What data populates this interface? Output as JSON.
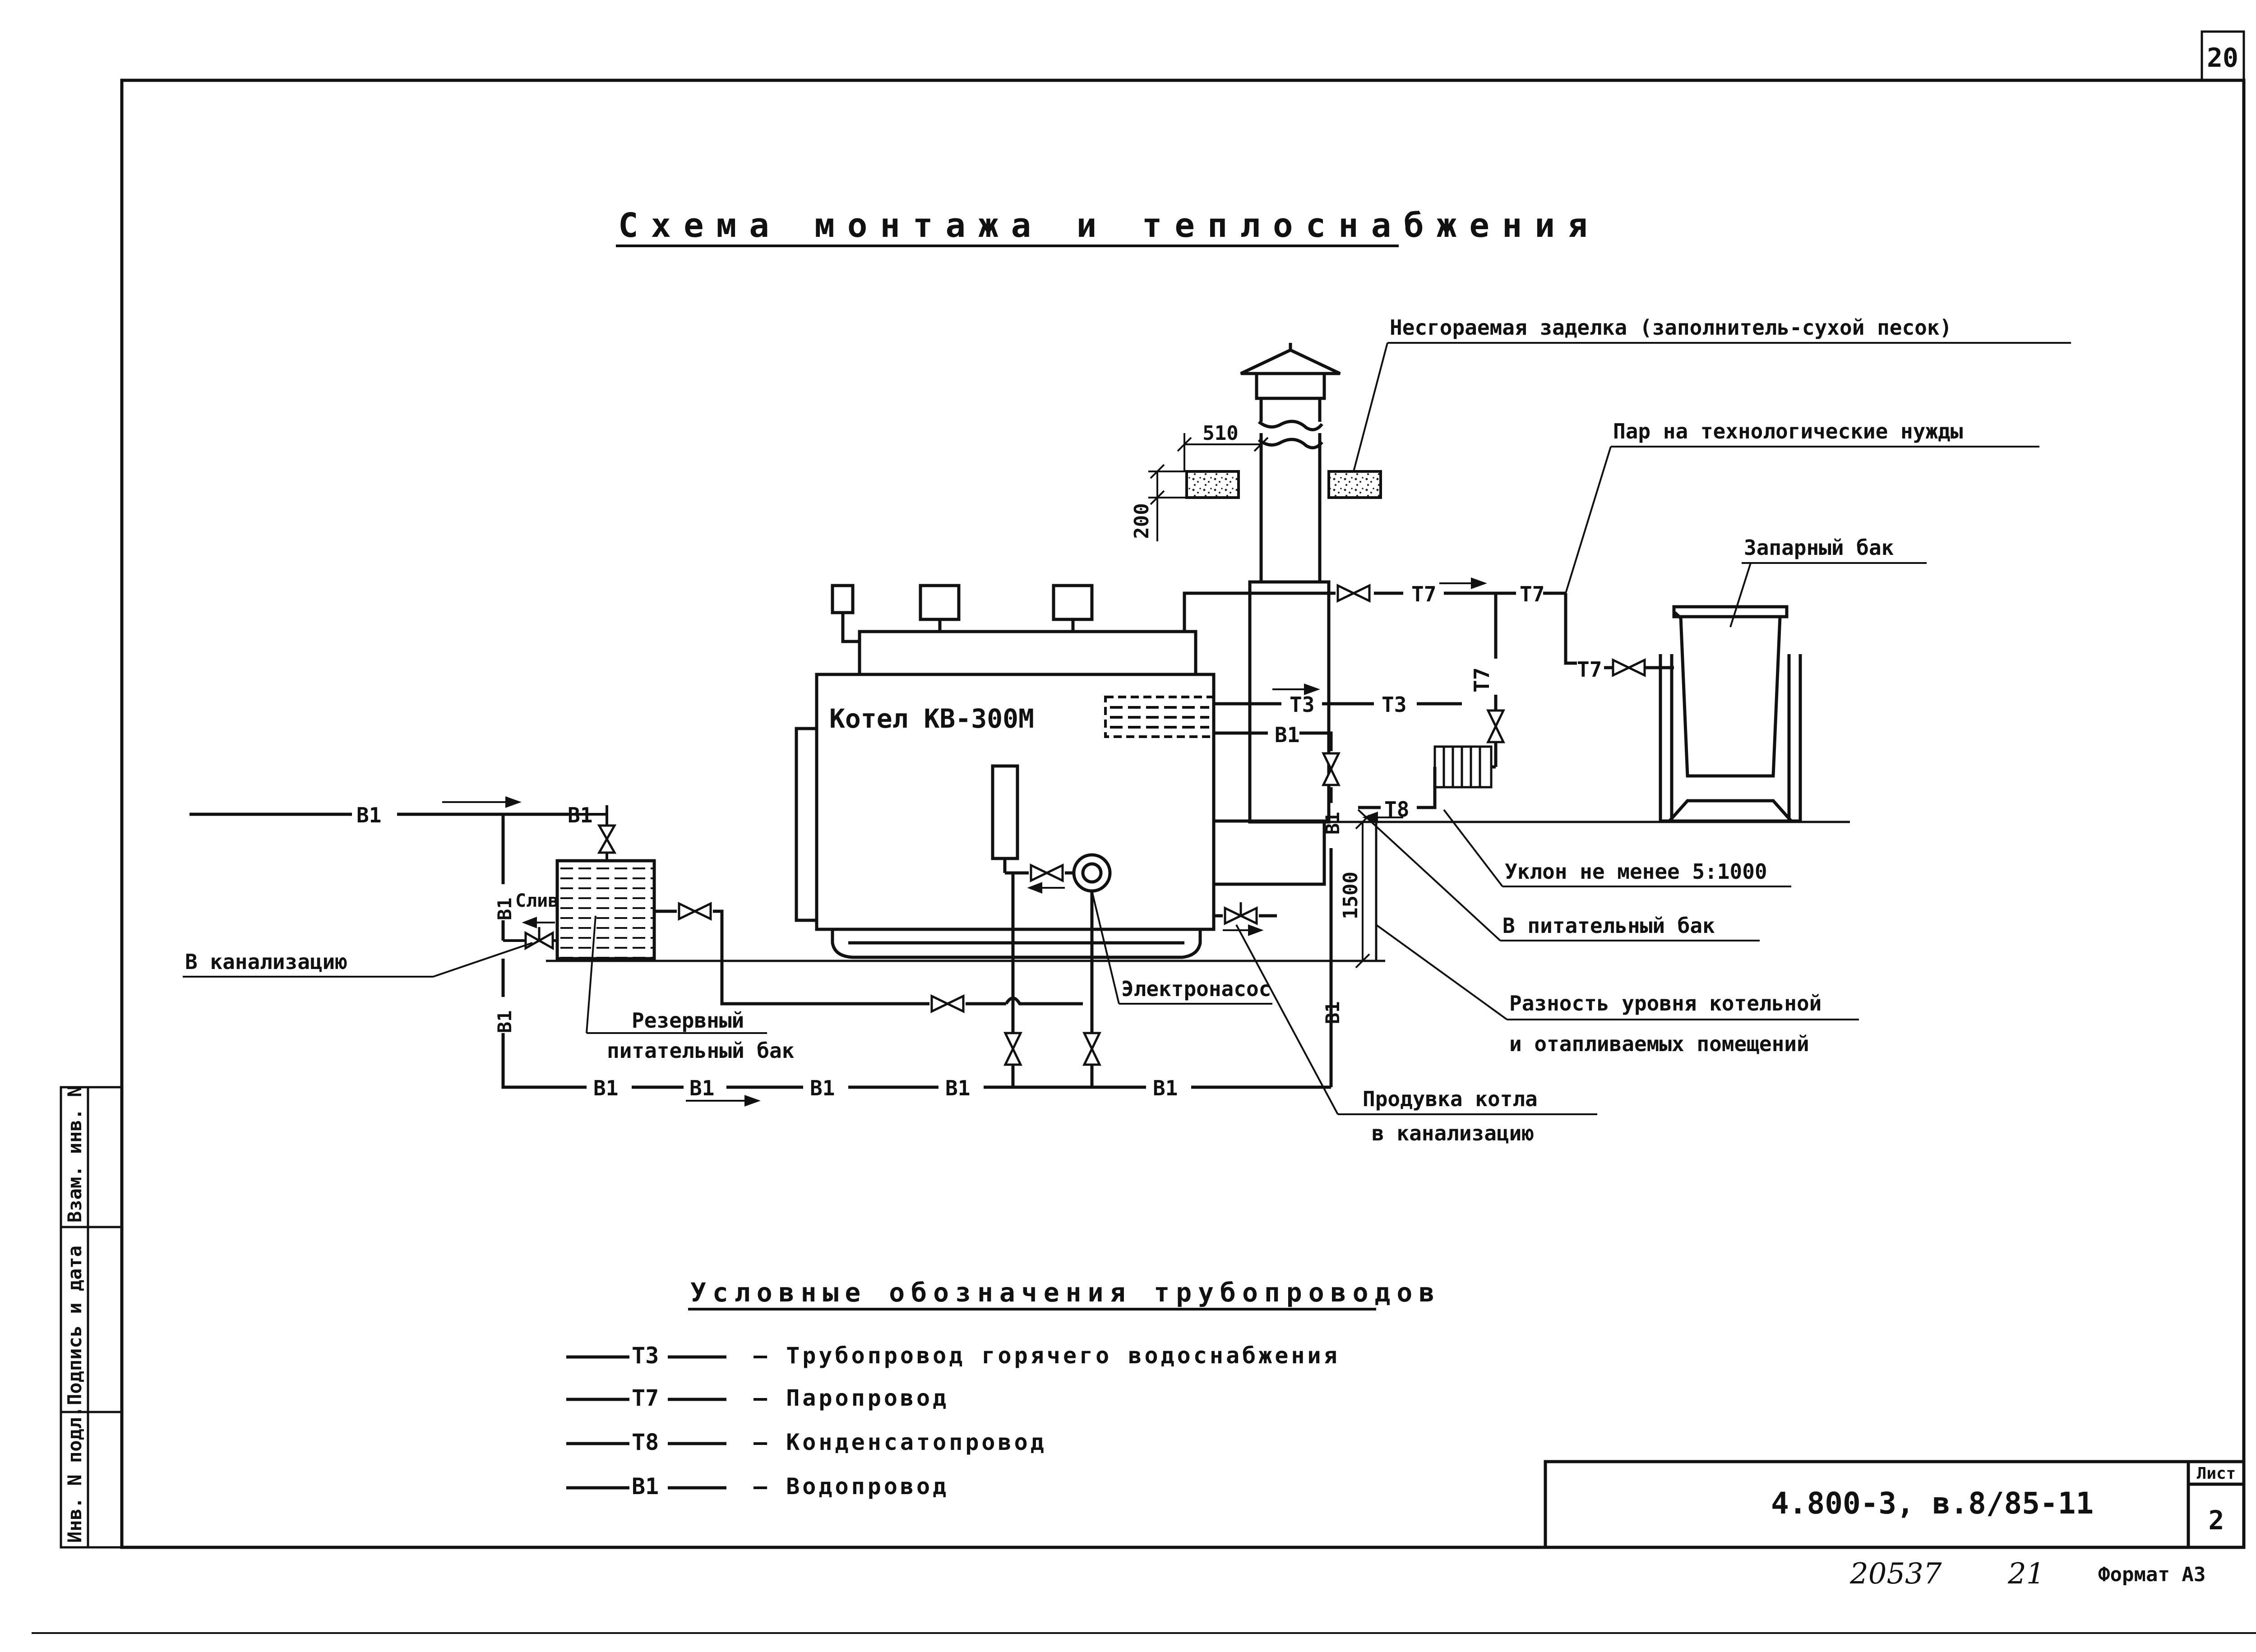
{
  "sheet": {
    "page_number": "20",
    "title": "Схема монтажа и теплоснабжения",
    "doc_code": "4.800-3, в.8/85-11",
    "list_label": "Лист",
    "list_number": "2",
    "format": "Формат А3",
    "handwritten_number": "20537",
    "handwritten_page": "21",
    "side_stamp": {
      "inv_podl": "Инв. N подл.",
      "podpis_data": "Подпись и дата",
      "vzam_inv": "Взам. инв. N"
    }
  },
  "callouts": {
    "fireproof_seal": "Несгораемая заделка (заполнитель-сухой песок)",
    "steam_needs": "Пар на технологические нужды",
    "steam_tank": "Запарный бак",
    "boiler": "Котел КВ-300М",
    "slope": "Уклон не менее 5:1000",
    "feed_tank": "В питательный бак",
    "level_diff_1": "Разность уровня котельной",
    "level_diff_2": "и отапливаемых помещений",
    "blowdown_1": "Продувка котла",
    "blowdown_2": "в канализацию",
    "pump": "Электронасос",
    "reserve_tank_1": "Резервный",
    "reserve_tank_2": "питательный бак",
    "sewer": "В канализацию",
    "drain": "Слив"
  },
  "dimensions": {
    "chimney_gap": "510",
    "seal_height": "200",
    "level_diff": "1500"
  },
  "pipe_marks": {
    "b1": "В1",
    "t3": "Т3",
    "t7": "Т7",
    "t8": "Т8"
  },
  "legend": {
    "title": "Условные обозначения трубопроводов",
    "items": [
      {
        "code": "Т3",
        "desc": "— Трубопровод горячего водоснабжения"
      },
      {
        "code": "Т7",
        "desc": "— Паропровод"
      },
      {
        "code": "Т8",
        "desc": "— Конденсатопровод"
      },
      {
        "code": "В1",
        "desc": "— Водопровод"
      }
    ]
  }
}
